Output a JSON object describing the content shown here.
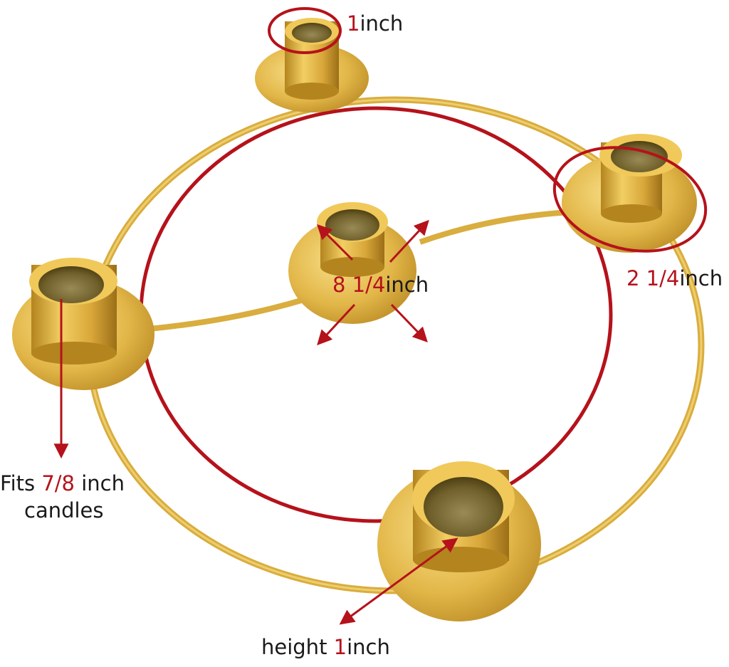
{
  "colors": {
    "gold_light": "#f4d36a",
    "gold_mid": "#dcae3a",
    "gold_dark": "#a9781a",
    "accent_red": "#b5121b",
    "text": "#1a1a1a"
  },
  "labels": {
    "top_cup": {
      "value": "1",
      "unit": "inch"
    },
    "ring_diameter": {
      "value": "8 1/4",
      "unit": "inch"
    },
    "base_diameter": {
      "value": "2 1/4",
      "unit": "inch"
    },
    "fits": {
      "prefix": "Fits ",
      "value": "7/8",
      "suffix": " inch",
      "line2": "candles"
    },
    "height": {
      "prefix": "height ",
      "value": "1",
      "unit": "inch"
    }
  }
}
